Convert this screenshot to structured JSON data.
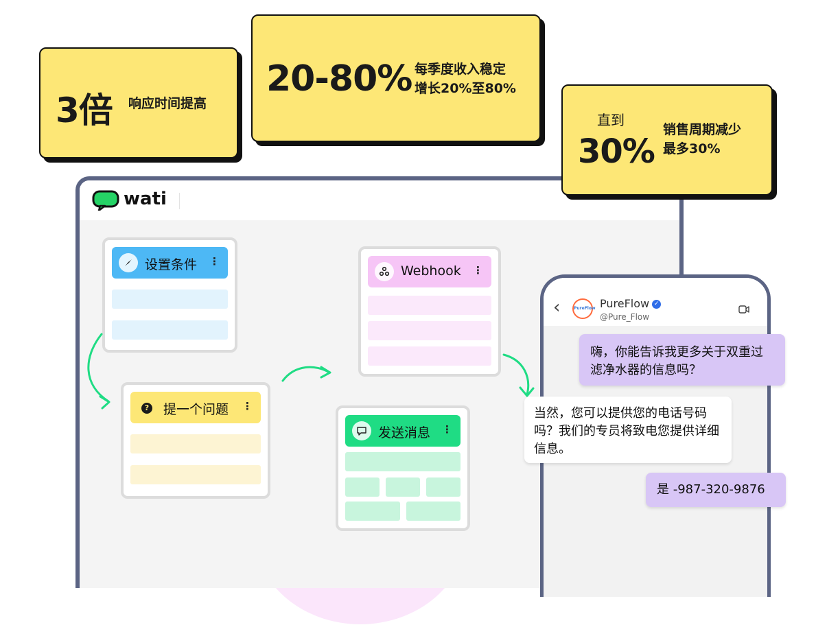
{
  "stats": [
    {
      "big": "3倍",
      "desc": "响应时间提高"
    },
    {
      "big": "20-80%",
      "desc": "每季度收入稳定\n增长20%至80%"
    },
    {
      "pre": "直到",
      "big": "30%",
      "desc": "销售周期减少\n最多30%"
    }
  ],
  "app": {
    "brand": "wati"
  },
  "nodes": {
    "conditions": {
      "label": "设置条件",
      "menu": "⋮"
    },
    "question": {
      "label": "提一个问题",
      "menu": "⋮"
    },
    "webhook": {
      "label": "Webhook",
      "menu": "⋮"
    },
    "message": {
      "label": "发送消息",
      "menu": "⋮"
    }
  },
  "phone": {
    "contact_name": "PureFlow",
    "contact_handle": "@Pure_Flow",
    "avatar_text": "PureFlow",
    "messages": [
      {
        "from": "user",
        "text": "嗨，你能告诉我更多关于双重过滤净水器的信息吗？"
      },
      {
        "from": "business",
        "text": "当然，您可以提供您的电话号码吗？我们的专员将致电您提供详细信息。"
      },
      {
        "from": "user",
        "text": "是 -987-320-9876"
      }
    ]
  },
  "colors": {
    "stat_bg": "#fde776",
    "window_border": "#5b6484",
    "brand_green": "#25d366",
    "user_bubble": "#d8c6f6",
    "conditions": "#4db8f5",
    "question": "#fde776",
    "webhook": "#f6c5f6",
    "message": "#1fdc84"
  },
  "icons": [
    "chat-bubble-logo-icon",
    "compass-icon",
    "question-icon",
    "webhook-icon",
    "message-icon",
    "back-chevron-icon",
    "verified-badge-icon",
    "video-call-icon",
    "flow-arrow-icon"
  ]
}
